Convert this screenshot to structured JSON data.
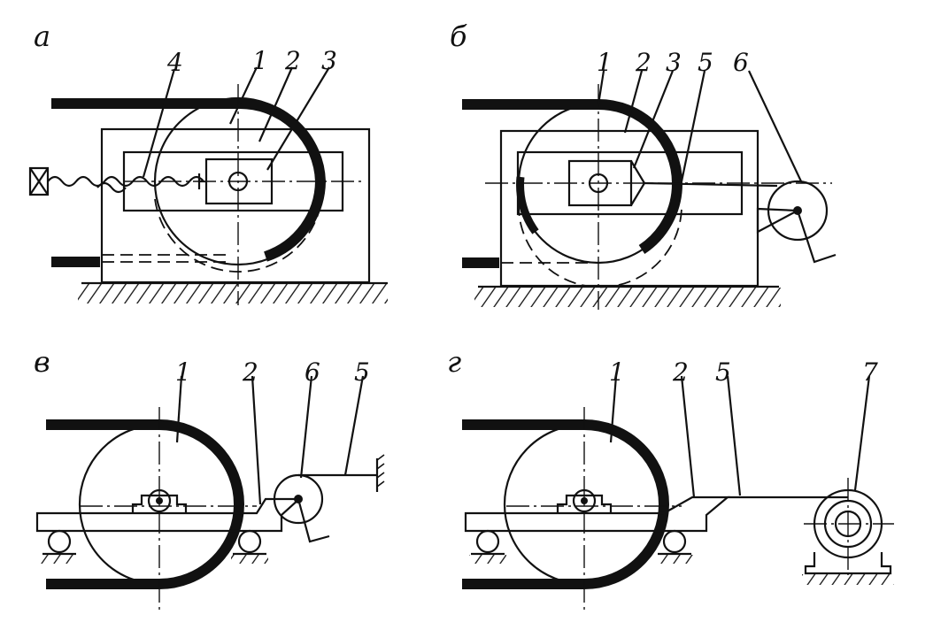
{
  "panels": [
    {
      "id": "a",
      "letter": "а",
      "labels": [
        "4",
        "1",
        "2",
        "3"
      ]
    },
    {
      "id": "b",
      "letter": "б",
      "labels": [
        "1",
        "2",
        "3",
        "5",
        "6"
      ]
    },
    {
      "id": "v",
      "letter": "в",
      "labels": [
        "1",
        "2",
        "6",
        "5"
      ]
    },
    {
      "id": "g",
      "letter": "г",
      "labels": [
        "1",
        "2",
        "5",
        "7"
      ]
    }
  ]
}
